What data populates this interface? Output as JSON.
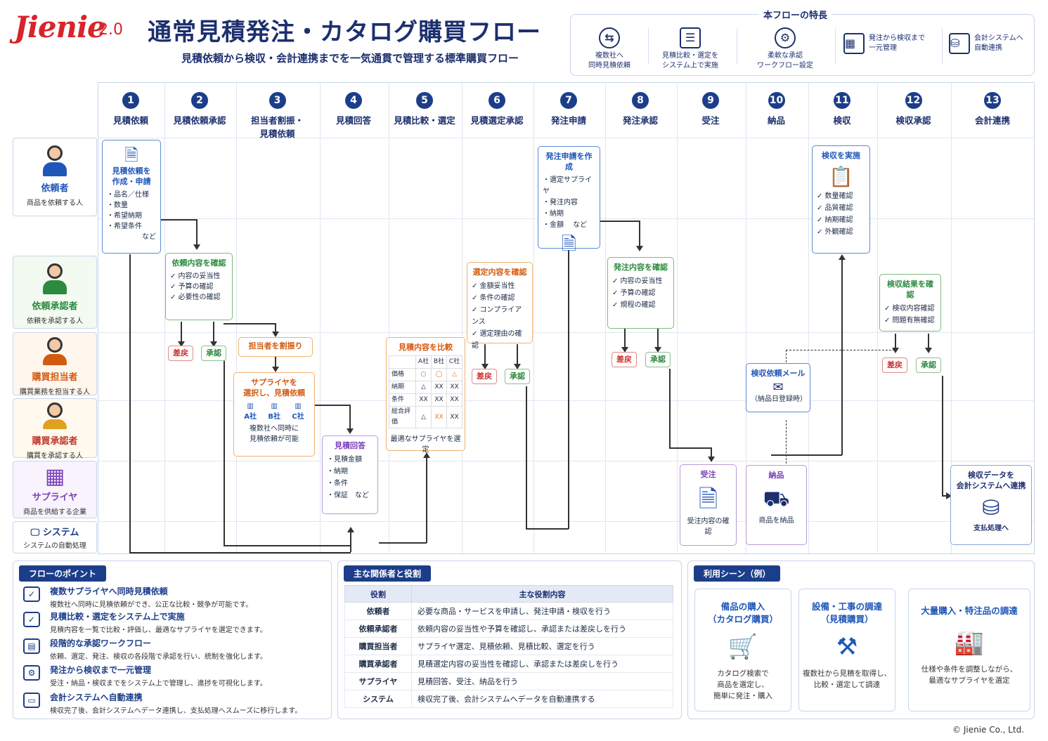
{
  "header": {
    "logo": "Jienie",
    "version": "2.0",
    "title": "通常見積発注・カタログ購買フロー",
    "subtitle": "見積依頼から検収・会計連携までを一気通貫で管理する標準購買フロー"
  },
  "features": {
    "title": "本フローの特長",
    "items": [
      {
        "line1": "複数社へ",
        "line2": "同時見積依頼",
        "icon": "multi-quote-icon"
      },
      {
        "line1": "見積比較・選定を",
        "line2": "システム上で実施",
        "icon": "compare-icon"
      },
      {
        "line1": "柔軟な承認",
        "line2": "ワークフロー設定",
        "icon": "workflow-icon"
      },
      {
        "line1": "発注から検収まで",
        "line2": "一元管理",
        "icon": "manage-icon"
      },
      {
        "line1": "会計システムへ",
        "line2": "自動連携",
        "icon": "accounting-icon"
      }
    ]
  },
  "columns": [
    {
      "n": "1",
      "label": "見積依頼"
    },
    {
      "n": "2",
      "label": "見積依頼承認"
    },
    {
      "n": "3",
      "label": "担当者割振・",
      "label2": "見積依頼"
    },
    {
      "n": "4",
      "label": "見積回答"
    },
    {
      "n": "5",
      "label": "見積比較・選定"
    },
    {
      "n": "6",
      "label": "見積選定承認"
    },
    {
      "n": "7",
      "label": "発注申請"
    },
    {
      "n": "8",
      "label": "発注承認"
    },
    {
      "n": "9",
      "label": "受注"
    },
    {
      "n": "10",
      "label": "納品"
    },
    {
      "n": "11",
      "label": "検収"
    },
    {
      "n": "12",
      "label": "検収承認"
    },
    {
      "n": "13",
      "label": "会計連携"
    }
  ],
  "lanes": [
    {
      "who": "依頼者",
      "desc": "商品を依頼する人",
      "color": "#1f57b8"
    },
    {
      "who": "依頼承認者",
      "desc": "依頼を承認する人",
      "color": "#2b8a3e"
    },
    {
      "who": "購買担当者",
      "desc": "購買業務を担当する人",
      "color": "#d35b10"
    },
    {
      "who": "購買承認者",
      "desc": "購買を承認する人",
      "color": "#c0392b"
    },
    {
      "who": "サプライヤ",
      "desc": "商品を供給する企業",
      "color": "#7a3fb8"
    },
    {
      "who": "システム",
      "desc": "システムの自動処理",
      "color": "#1c3e8a"
    }
  ],
  "cards": {
    "c1": {
      "title": "見積依頼を",
      "title2": "作成・申請",
      "items": [
        "・品名／仕様",
        "・数量",
        "・希望納期",
        "・希望条件"
      ],
      "etc": "など"
    },
    "c2": {
      "title": "依頼内容を確認",
      "items": [
        "✓ 内容の妥当性",
        "✓ 予算の確認",
        "✓ 必要性の確認"
      ]
    },
    "c3a": {
      "title": "担当者を割振り"
    },
    "c3b": {
      "title": "サプライヤを",
      "title2": "選択し、見積依頼",
      "a": "A社",
      "b": "B社",
      "c": "C社",
      "note": "複数社へ同時に",
      "note2": "見積依頼が可能"
    },
    "c4": {
      "title": "見積回答",
      "items": [
        "・見積金額",
        "・納期",
        "・条件",
        "・保証　など"
      ]
    },
    "c5": {
      "title": "見積内容を比較",
      "cols": [
        "A社",
        "B社",
        "C社"
      ],
      "rows": [
        [
          "価格",
          "○",
          "◯",
          "△"
        ],
        [
          "納期",
          "△",
          "ⅩⅩ",
          "ⅩⅩ"
        ],
        [
          "条件",
          "ⅩⅩ",
          "ⅩⅩ",
          "ⅩⅩ"
        ],
        [
          "総合評価",
          "△",
          "ⅩⅩ",
          "ⅩⅩ"
        ]
      ],
      "note": "最適なサプライヤを選定"
    },
    "c6": {
      "title": "選定内容を確認",
      "items": [
        "✓ 金額妥当性",
        "✓ 条件の確認",
        "✓ コンプライアンス",
        "✓ 選定理由の確認"
      ]
    },
    "c7": {
      "title": "発注申請を作成",
      "items": [
        "・選定サプライヤ",
        "・発注内容",
        "・納期",
        "・金額　 など"
      ]
    },
    "c8": {
      "title": "発注内容を確認",
      "items": [
        "✓ 内容の妥当性",
        "✓ 予算の確認",
        "✓ 規程の確認"
      ]
    },
    "c9": {
      "title": "受注",
      "note": "受注内容の確認"
    },
    "c10m": {
      "title": "検収依頼メール",
      "note": "（納品日登録時）"
    },
    "c10": {
      "title": "納品",
      "note": "商品を納品"
    },
    "c11": {
      "title": "検収を実施",
      "items": [
        "✓ 数量確認",
        "✓ 品質確認",
        "✓ 納期確認",
        "✓ 外観確認"
      ]
    },
    "c12": {
      "title": "検収結果を確認",
      "items": [
        "✓ 検収内容確認",
        "✓ 問題有無確認"
      ]
    },
    "c13": {
      "title": "検収データを",
      "title2": "会計システムへ連携",
      "note": "支払処理へ"
    }
  },
  "buttons": {
    "reject": "差戻",
    "approve": "承認"
  },
  "points": {
    "title": "フローのポイント",
    "items": [
      {
        "h": "複数サプライヤへ同時見積依頼",
        "d": "複数社へ同時に見積依頼ができ、公正な比較・競争が可能です。"
      },
      {
        "h": "見積比較・選定をシステム上で実施",
        "d": "見積内容を一覧で比較・評価し、最適なサプライヤを選定できます。"
      },
      {
        "h": "段階的な承認ワークフロー",
        "d": "依頼、選定、発注、検収の各段階で承認を行い、統制を強化します。"
      },
      {
        "h": "発注から検収まで一元管理",
        "d": "受注・納品・検収までをシステム上で管理し、進捗を可視化します。"
      },
      {
        "h": "会計システムへ自動連携",
        "d": "検収完了後、会計システムへデータ連携し、支払処理へスムーズに移行します。"
      }
    ]
  },
  "roles": {
    "title": "主な関係者と役割",
    "h1": "役割",
    "h2": "主な役割内容",
    "rows": [
      [
        "依頼者",
        "必要な商品・サービスを申請し、発注申請・検収を行う"
      ],
      [
        "依頼承認者",
        "依頼内容の妥当性や予算を確認し、承認または差戻しを行う"
      ],
      [
        "購買担当者",
        "サプライヤ選定、見積依頼、見積比較、選定を行う"
      ],
      [
        "購買承認者",
        "見積選定内容の妥当性を確認し、承認または差戻しを行う"
      ],
      [
        "サプライヤ",
        "見積回答、受注、納品を行う"
      ],
      [
        "システム",
        "検収完了後、会計システムへデータを自動連携する"
      ]
    ]
  },
  "scenes": {
    "title": "利用シーン（例）",
    "items": [
      {
        "h1": "備品の購入",
        "h2": "（カタログ購買）",
        "d1": "カタログ検索で",
        "d2": "商品を選定し、",
        "d3": "簡単に発注・購入"
      },
      {
        "h1": "設備・工事の調達",
        "h2": "（見積購買）",
        "d1": "複数社から見積を取得し、",
        "d2": "比較・選定して調達",
        "d3": ""
      },
      {
        "h1": "大量購入・特注品の調達",
        "h2": "",
        "d1": "仕様や条件を調整しながら、",
        "d2": "最適なサプライヤを選定",
        "d3": ""
      }
    ]
  },
  "copyright": "© Jienie Co., Ltd."
}
